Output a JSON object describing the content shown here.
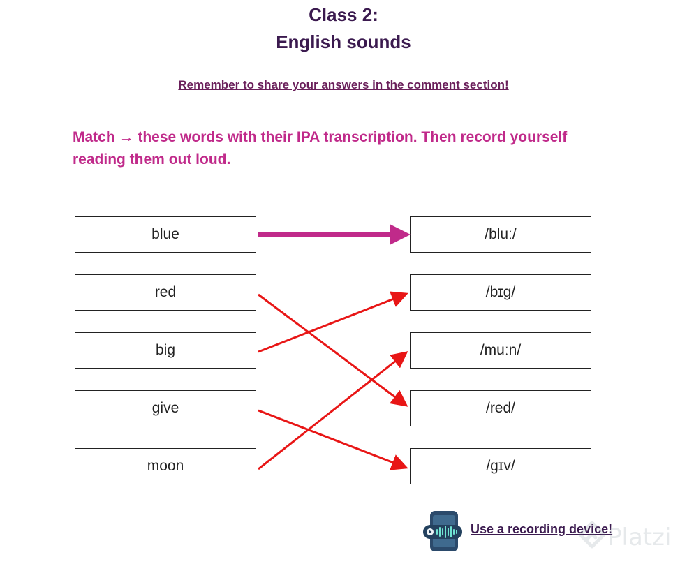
{
  "header": {
    "title_line1": "Class 2:",
    "title_line2": "English sounds"
  },
  "reminder": "Remember to share your answers in the comment section!",
  "instructions": "Match → these words with their IPA transcription. Then record yourself reading them out loud.",
  "words": [
    "blue",
    "red",
    "big",
    "give",
    "moon"
  ],
  "ipa": [
    "/bluː/",
    "/bɪg/",
    "/muːn/",
    "/red/",
    "/gɪv/"
  ],
  "matches": [
    {
      "word": "blue",
      "ipa": "/bluː/",
      "status": "example"
    },
    {
      "word": "red",
      "ipa": "/red/",
      "status": "answer"
    },
    {
      "word": "big",
      "ipa": "/bɪg/",
      "status": "answer"
    },
    {
      "word": "give",
      "ipa": "/gɪv/",
      "status": "answer"
    },
    {
      "word": "moon",
      "ipa": "/muːn/",
      "status": "answer"
    }
  ],
  "colors": {
    "title": "#3b1a4f",
    "instruction": "#c02a8a",
    "example_arrow": "#c02a8a",
    "answer_arrow": "#e81616"
  },
  "footer": {
    "recording_link": "Use a recording device!",
    "recording_icon": "phone-audio-icon",
    "watermark_logo": "Platzi"
  }
}
